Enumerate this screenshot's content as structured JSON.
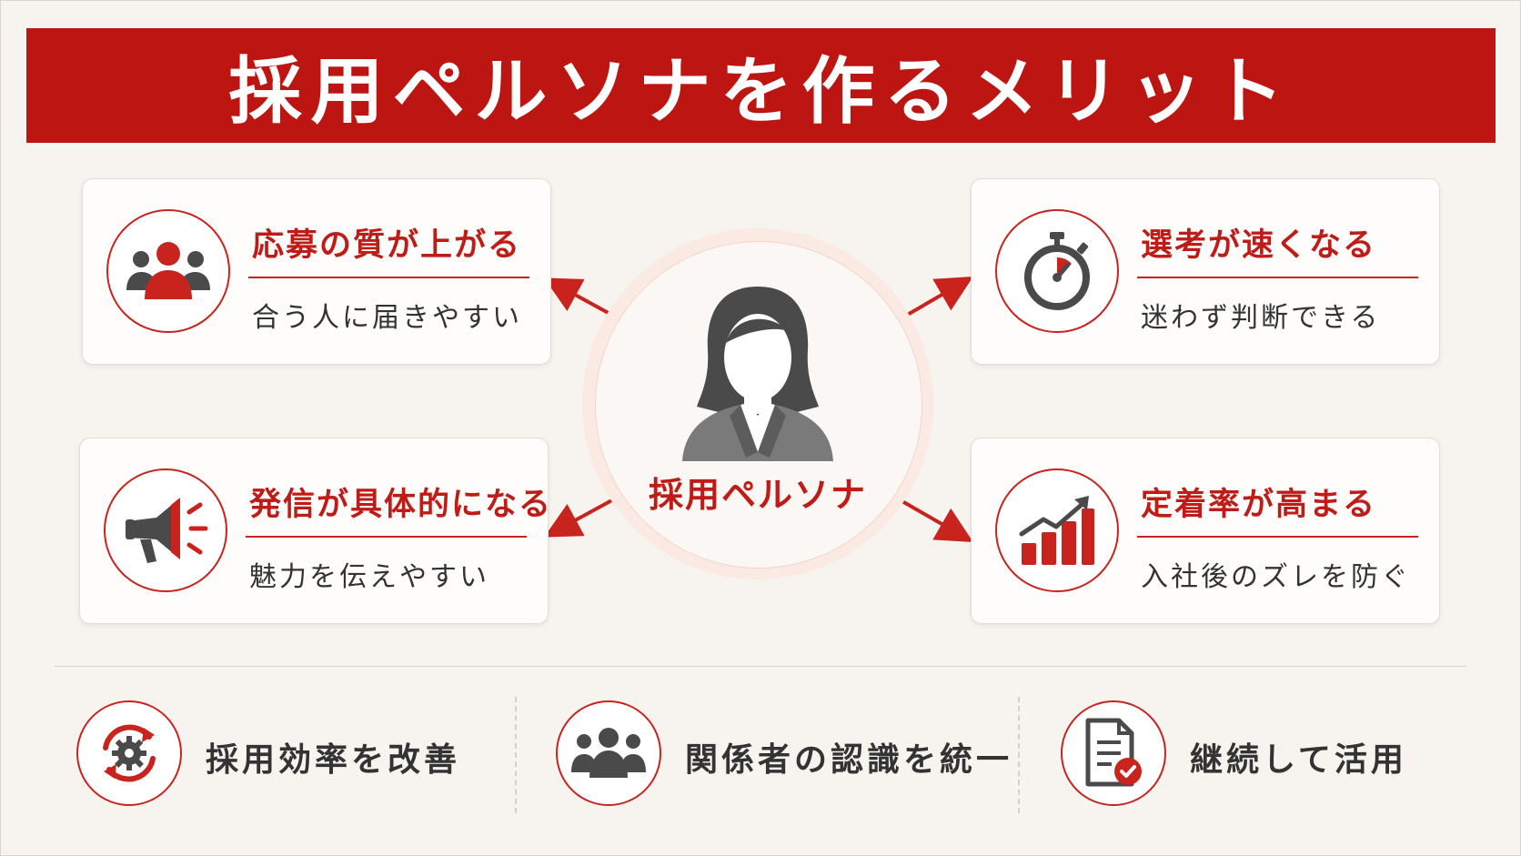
{
  "title": "採用ペルソナを作るメリット",
  "center": {
    "label": "採用ペルソナ"
  },
  "cards": [
    {
      "title": "応募の質が上がる",
      "subtitle": "合う人に届きやすい",
      "icon": "people-group-icon"
    },
    {
      "title": "選考が速くなる",
      "subtitle": "迷わず判断できる",
      "icon": "stopwatch-icon"
    },
    {
      "title": "発信が具体的になる",
      "subtitle": "魅力を伝えやすい",
      "icon": "megaphone-icon"
    },
    {
      "title": "定着率が高まる",
      "subtitle": "入社後のズレを防ぐ",
      "icon": "growth-chart-icon"
    }
  ],
  "bottom": [
    {
      "label": "採用効率を改善",
      "icon": "gear-cycle-icon"
    },
    {
      "label": "関係者の認識を統一",
      "icon": "team-icon"
    },
    {
      "label": "継続して活用",
      "icon": "document-check-icon"
    }
  ],
  "colors": {
    "accent": "#bd1612",
    "background": "#f7f4ef",
    "icon_gray": "#4a4a4a"
  }
}
